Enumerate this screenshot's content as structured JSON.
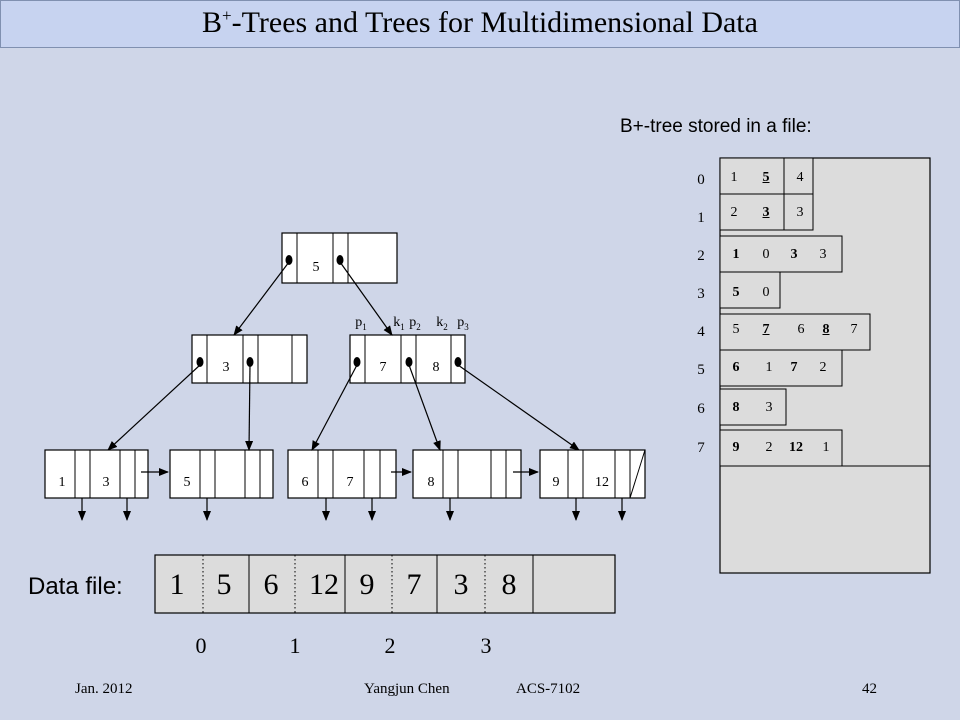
{
  "title": {
    "main": "-Trees and Trees for Multidimensional Data",
    "prefix": "B",
    "sup": "+"
  },
  "tree": {
    "root": {
      "keys": [
        "5"
      ]
    },
    "level1": [
      {
        "keys": [
          "3"
        ]
      },
      {
        "keys": [
          "7",
          "8"
        ]
      }
    ],
    "pointer_labels": [
      "p1",
      "k1",
      "p2",
      "k2",
      "p3"
    ],
    "leaves": [
      {
        "keys": [
          "1",
          "3"
        ]
      },
      {
        "keys": [
          "5"
        ]
      },
      {
        "keys": [
          "6",
          "7"
        ]
      },
      {
        "keys": [
          "8"
        ]
      },
      {
        "keys": [
          "9",
          "12"
        ]
      }
    ]
  },
  "data_file": {
    "label": "Data file:",
    "values": [
      "1",
      "5",
      "6",
      "12",
      "9",
      "7",
      "3",
      "8"
    ],
    "block_numbers": [
      "0",
      "1",
      "2",
      "3"
    ]
  },
  "file_view": {
    "heading": "B+-tree stored in a file:",
    "row_numbers": [
      "0",
      "1",
      "2",
      "3",
      "4",
      "5",
      "6",
      "7"
    ],
    "rows": [
      [
        "1",
        "5",
        "4"
      ],
      [
        "2",
        "3",
        "3"
      ],
      [
        "1",
        "0",
        "3",
        "3"
      ],
      [
        "5",
        "0"
      ],
      [
        "5",
        "7",
        "6",
        "8",
        "7"
      ],
      [
        "6",
        "1",
        "7",
        "2"
      ],
      [
        "8",
        "3"
      ],
      [
        "9",
        "2",
        "12",
        "1"
      ]
    ]
  },
  "footer": {
    "date": "Jan. 2012",
    "author": "Yangjun Chen",
    "course": "ACS-7102",
    "page": "42"
  }
}
